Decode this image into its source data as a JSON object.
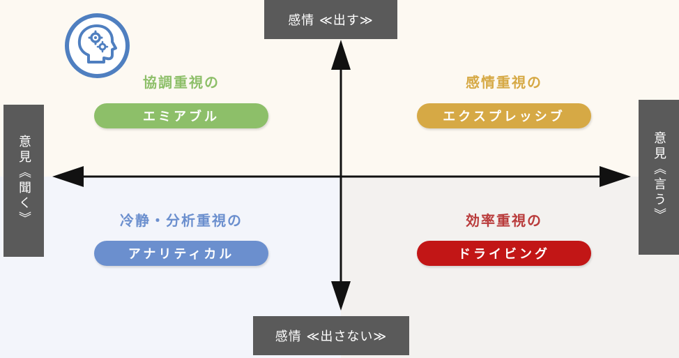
{
  "axes": {
    "top": "感情 ≪出す≫",
    "bottom": "感情 ≪出さない≫",
    "left": "意見《聞く》",
    "right": "意見《言う》"
  },
  "quadrants": {
    "top_left": {
      "heading": "協調重視の",
      "label": "エミアブル",
      "color": "#8dbf69"
    },
    "top_right": {
      "heading": "感情重視の",
      "label": "エクスプレッシブ",
      "color": "#d6a945"
    },
    "bottom_left": {
      "heading": "冷静・分析重視の",
      "label": "アナリティカル",
      "color": "#6b8fce"
    },
    "bottom_right": {
      "heading": "効率重視の",
      "label": "ドライビング",
      "color": "#c21616"
    }
  },
  "logo": {
    "icon": "head-gears-icon",
    "color": "#4f7fc0"
  }
}
